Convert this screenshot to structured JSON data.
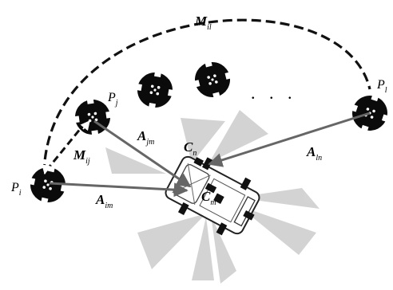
{
  "labels": {
    "M_il": {
      "main": "M",
      "sub": "il"
    },
    "M_ij": {
      "main": "M",
      "sub": "ij"
    },
    "A_jm": {
      "main": "A",
      "sub": "jm"
    },
    "A_im": {
      "main": "A",
      "sub": "im"
    },
    "A_ln": {
      "main": "A",
      "sub": "ln"
    },
    "C_n": {
      "main": "C",
      "sub": "n"
    },
    "C_m": {
      "main": "C",
      "sub": "m"
    },
    "P_i": {
      "main": "P",
      "sub": "i"
    },
    "P_j": {
      "main": "P",
      "sub": "j"
    },
    "P_l": {
      "main": "P",
      "sub": "l"
    }
  },
  "ellipsis": ". . ."
}
